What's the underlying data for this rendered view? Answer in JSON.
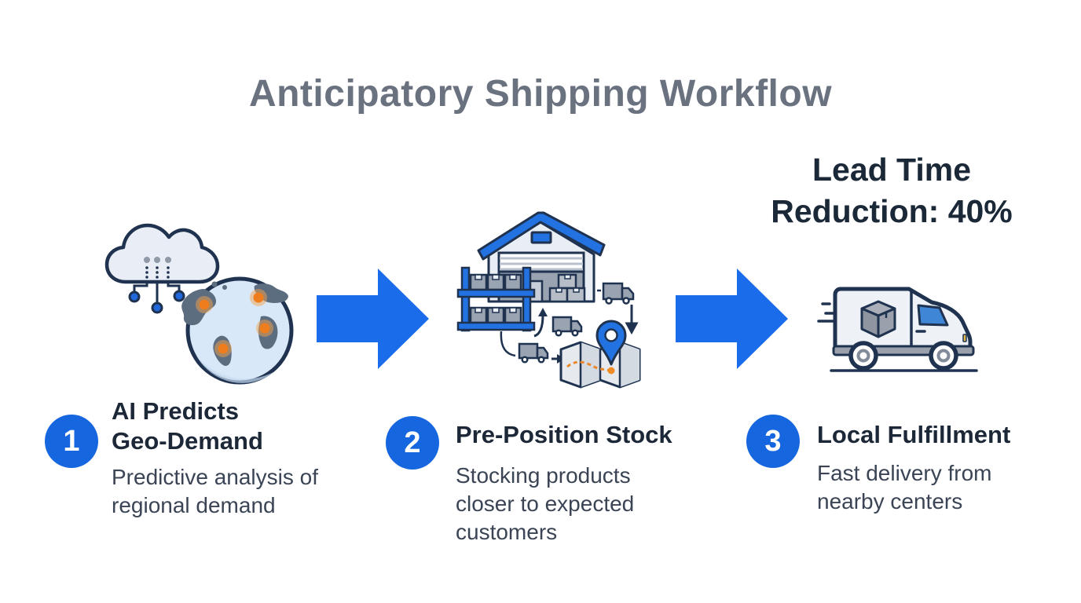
{
  "title": "Anticipatory Shipping Workflow",
  "kpi": {
    "line1": "Lead Time",
    "line2": "Reduction: 40%"
  },
  "steps": [
    {
      "number": "1",
      "title": "AI Predicts Geo-Demand",
      "description": "Predictive analysis of regional demand",
      "icon": "ai-cloud-globe"
    },
    {
      "number": "2",
      "title": "Pre-Position Stock",
      "description": "Stocking products closer to expected customers",
      "icon": "warehouse-distribution-map"
    },
    {
      "number": "3",
      "title": "Local Fulfillment",
      "description": "Fast delivery from nearby centers",
      "icon": "delivery-van"
    }
  ],
  "colors": {
    "accent_blue": "#1566df",
    "arrow_blue": "#1a6ceb",
    "icon_blue": "#2272e2",
    "icon_navy": "#1f3350",
    "icon_light": "#e9edf5",
    "hotspot_orange": "#ee7d1e",
    "title_gray": "#6a7280",
    "heading_dark": "#1c2838",
    "body_text": "#3a4454",
    "background": "#ffffff"
  }
}
